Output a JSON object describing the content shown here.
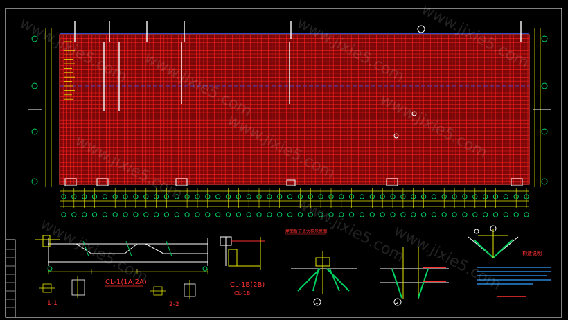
{
  "colors": {
    "background": "#000000",
    "grid": "#e01010",
    "fill": "#8a0a0a",
    "dimension": "#e8e800",
    "axis_bubble": "#00d060",
    "frame": "#ffffff",
    "accent_text": "#ff3030",
    "note_text": "#30a0ff"
  },
  "plan": {
    "bottom_axis_count": 46,
    "top_blue_line": true
  },
  "details": {
    "beam_a_label": "CL-1(1A,2A)",
    "beam_b_label": "CL-1B(2B)",
    "beam_b_sublabel": "CL-1B",
    "section_1": "1-1",
    "section_2": "2-2",
    "node_title": "屋面板节点大样示意图",
    "note_title": "构造说明",
    "ref_circle_1": "1",
    "ref_circle_2": "2"
  },
  "watermark": {
    "text": "www.jixie5.com"
  }
}
